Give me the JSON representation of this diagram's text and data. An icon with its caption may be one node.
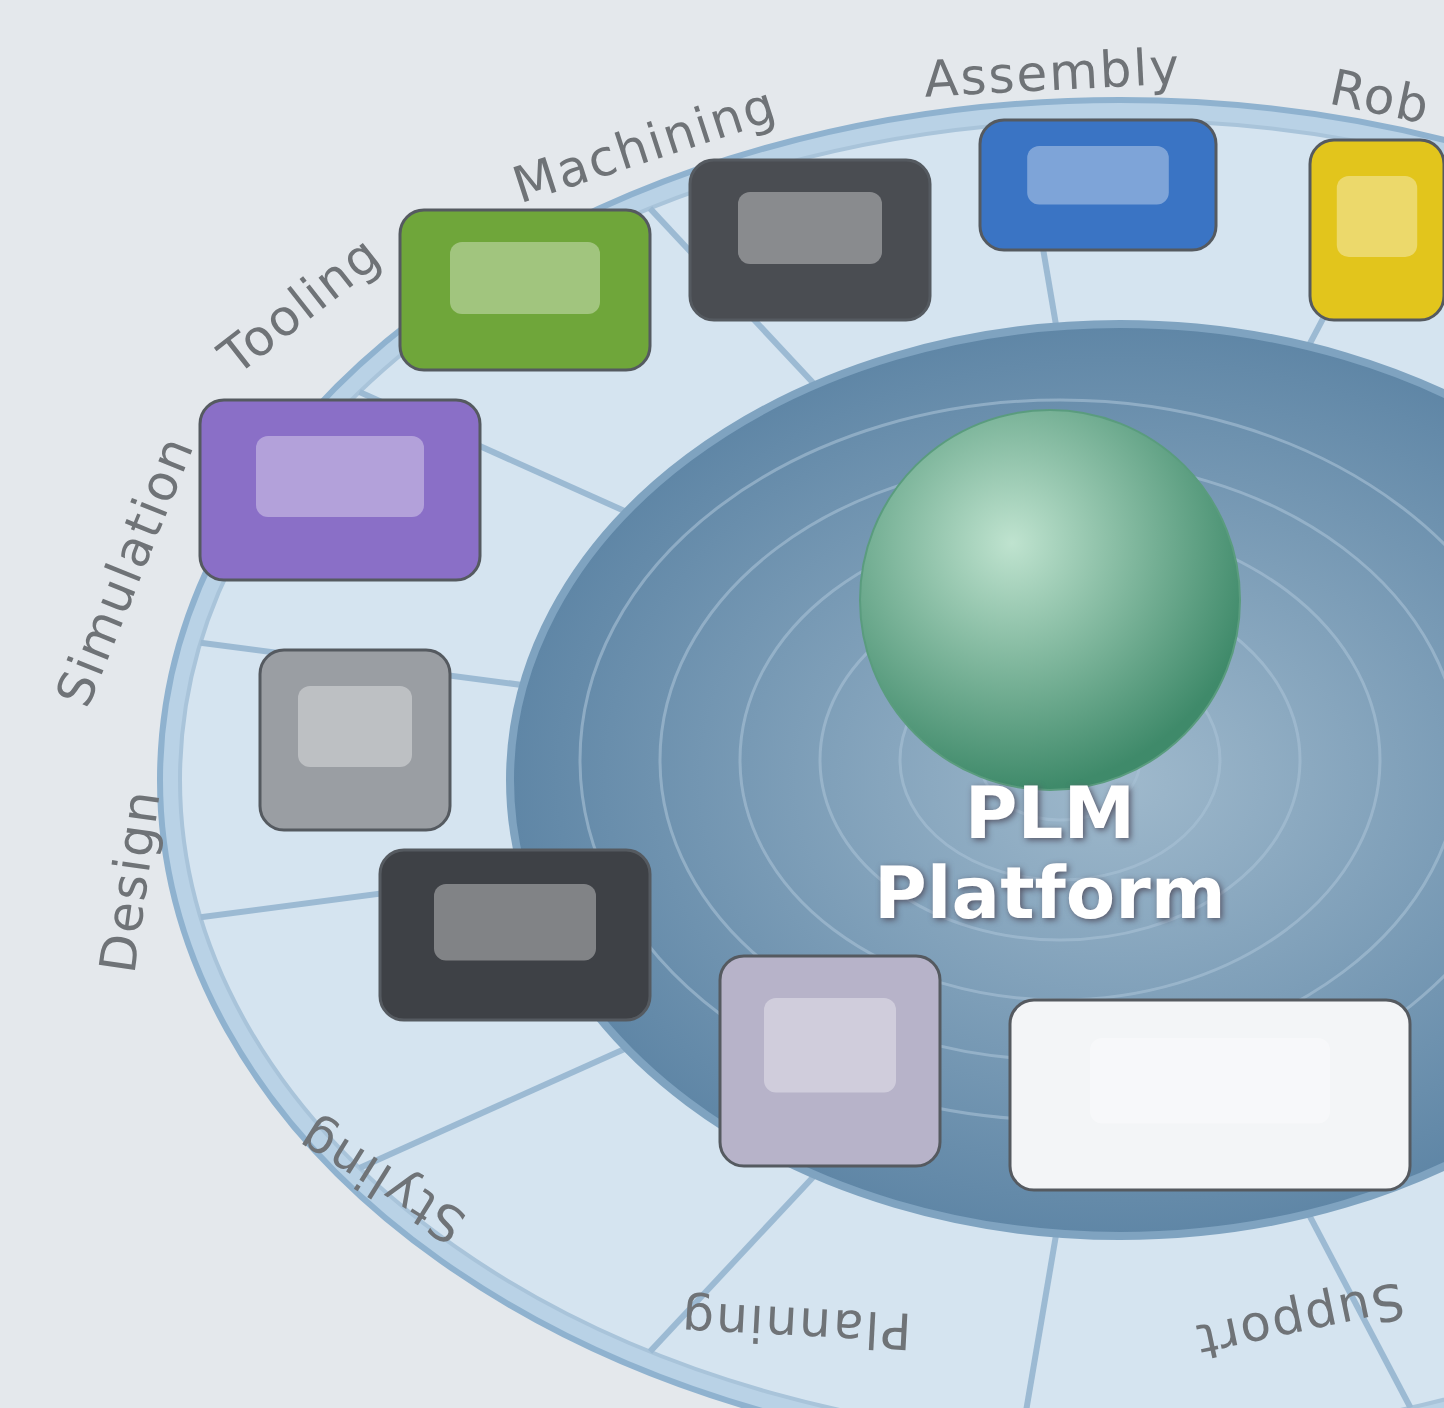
{
  "diagram": {
    "nodes": [
      {
        "text": [
          "PLM Platform"
        ]
      }
    ],
    "labels": [
      "Design",
      "Simulation",
      "Tooling",
      "Machining",
      "Assembly",
      "Rob",
      "Support",
      "Planning",
      "Styling"
    ]
  }
}
